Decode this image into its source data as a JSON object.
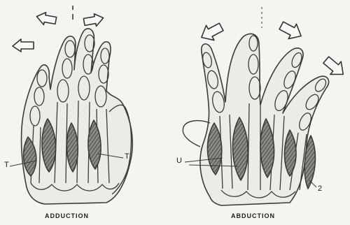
{
  "left_figure": {
    "caption": "ADDUCTION",
    "callouts": [
      "T",
      "T"
    ]
  },
  "right_figure": {
    "caption": "ABDUCTION",
    "callouts": [
      "U",
      "2"
    ]
  }
}
